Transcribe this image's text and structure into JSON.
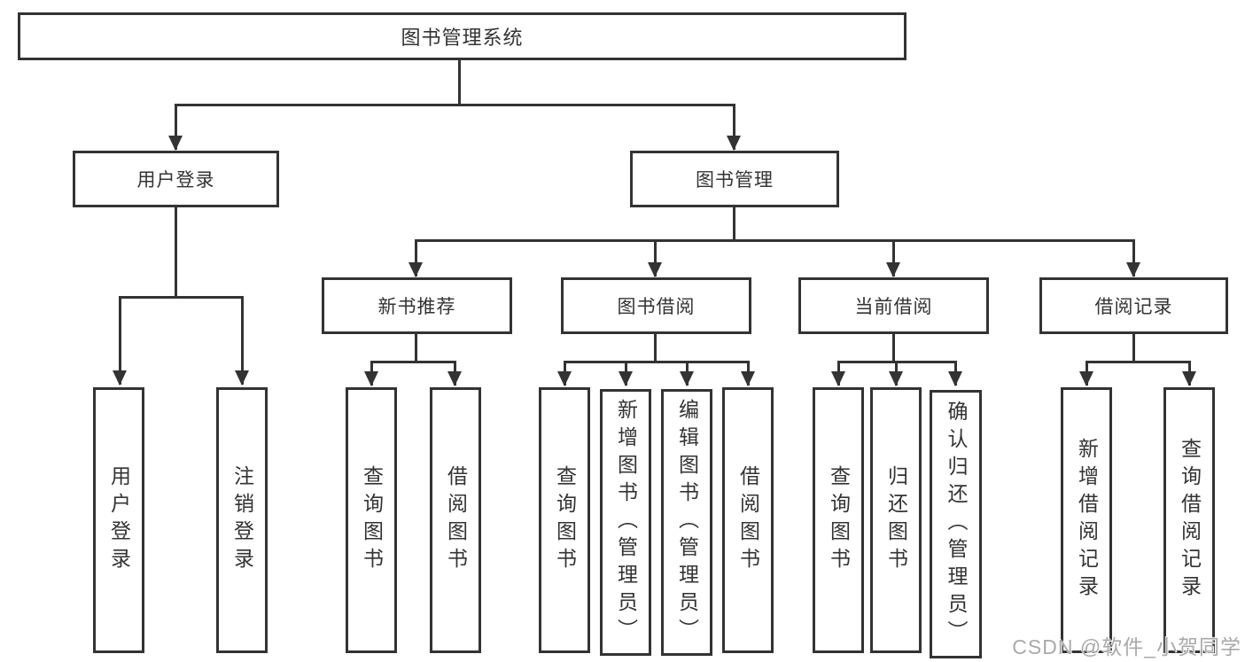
{
  "diagram_type": "functional-structure-tree",
  "nodes": {
    "root": "图书管理系统",
    "user_login": "用户登录",
    "book_management": "图书管理",
    "new_book_recommendation": "新书推荐",
    "book_borrowing": "图书借阅",
    "current_borrowing": "当前借阅",
    "borrowing_records": "借阅记录",
    "leaf_user_login": "用户登录",
    "leaf_logout": "注销登录",
    "leaf_query_books_a": "查询图书",
    "leaf_borrow_books_a": "借阅图书",
    "leaf_query_books_b": "查询图书",
    "leaf_add_books_admin": "新增图书（管理员）",
    "leaf_edit_books_admin": "编辑图书（管理员）",
    "leaf_borrow_books_b": "借阅图书",
    "leaf_query_books_c": "查询图书",
    "leaf_return_books": "归还图书",
    "leaf_confirm_return_admin": "确认归还（管理员）",
    "leaf_add_borrow_record": "新增借阅记录",
    "leaf_query_borrow_record": "查询借阅记录"
  },
  "hierarchy": {
    "图书管理系统": {
      "用户登录": [
        "用户登录",
        "注销登录"
      ],
      "图书管理": {
        "新书推荐": [
          "查询图书",
          "借阅图书"
        ],
        "图书借阅": [
          "查询图书",
          "新增图书（管理员）",
          "编辑图书（管理员）",
          "借阅图书"
        ],
        "当前借阅": [
          "查询图书",
          "归还图书",
          "确认归还（管理员）"
        ],
        "借阅记录": [
          "新增借阅记录",
          "查询借阅记录"
        ]
      }
    }
  },
  "watermark": "CSDN @软件_小贺同学",
  "colors": {
    "line": "#333333",
    "box_border": "#333333",
    "box_fill": "#ffffff",
    "text": "#333333",
    "watermark": "#a9a9a9",
    "background": "#ffffff"
  }
}
